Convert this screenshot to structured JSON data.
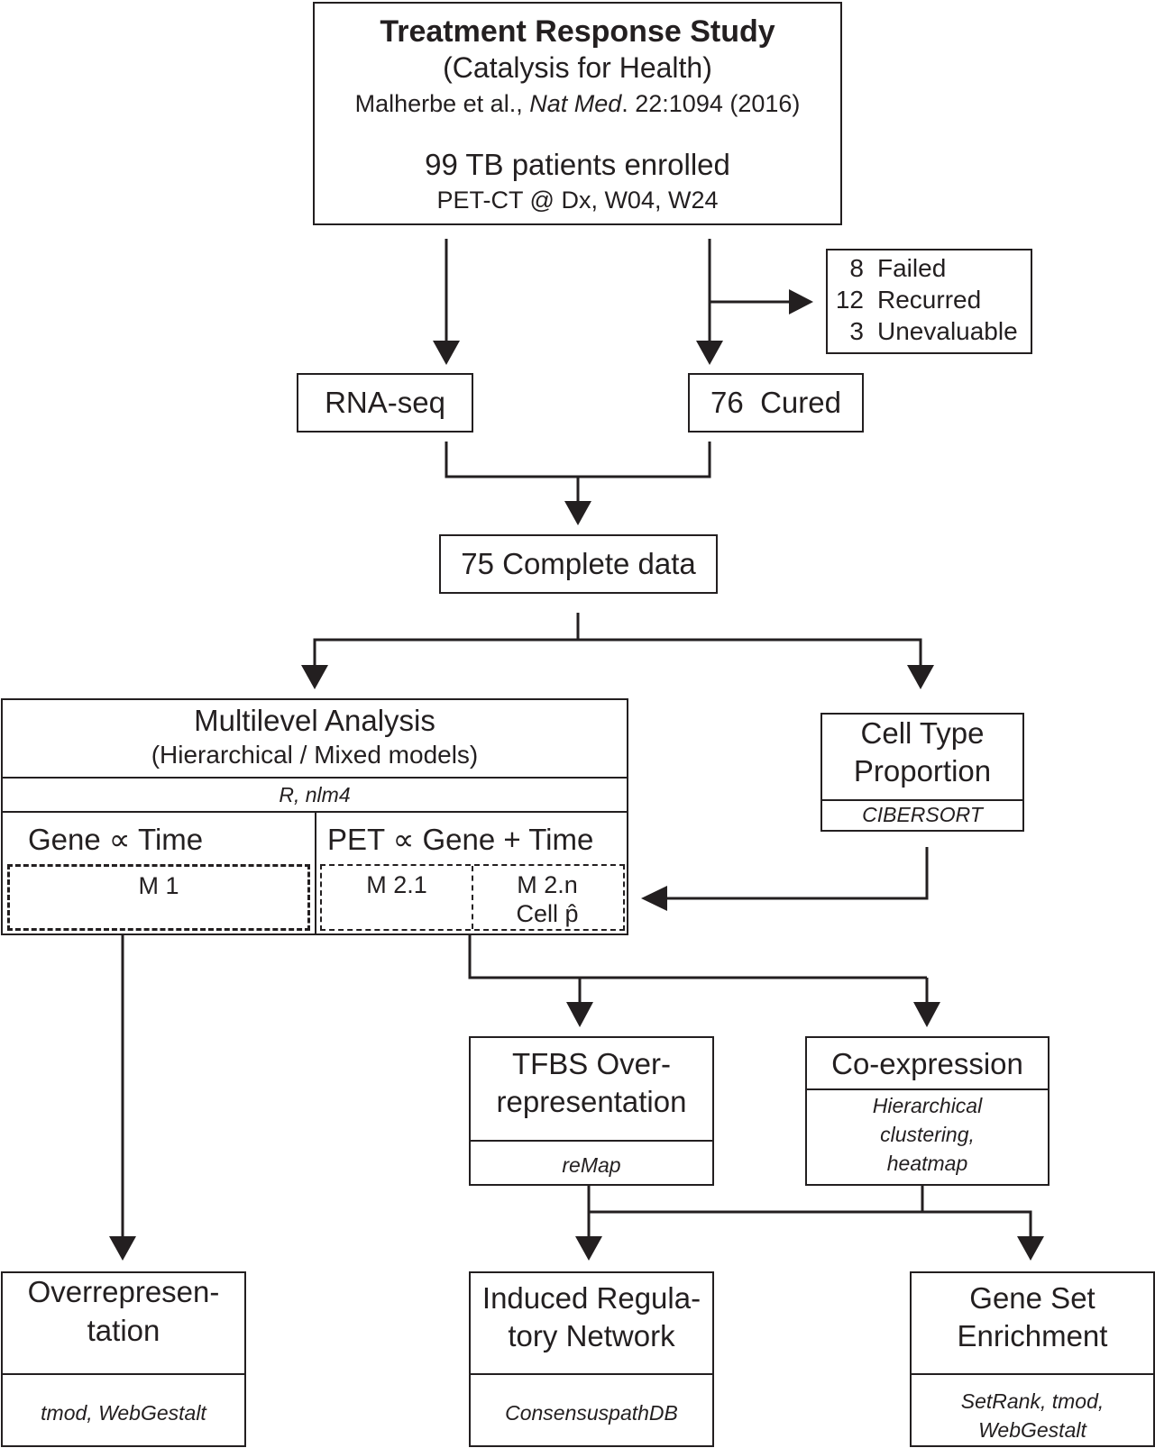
{
  "study": {
    "title": "Treatment Response Study",
    "subtitle": "(Catalysis for Health)",
    "citation_authors": "Malherbe et al., ",
    "citation_journal": "Nat Med",
    "citation_rest": ". 22:1094 (2016)",
    "enrolled": "99 TB patients enrolled",
    "imaging": "PET-CT @ Dx, W04, W24"
  },
  "excluded": [
    {
      "count": "8",
      "label": "Failed"
    },
    {
      "count": "12",
      "label": "Recurred"
    },
    {
      "count": "3",
      "label": "Unevaluable"
    }
  ],
  "rnaseq": "RNA-seq",
  "cured": "76  Cured",
  "complete": "75 Complete data",
  "multilevel": {
    "title": "Multilevel Analysis",
    "subtitle": "(Hierarchical / Mixed models)",
    "tools": "R, nlm4",
    "left_formula": "Gene ∝ Time",
    "right_formula": "PET ∝ Gene + Time",
    "m1": "M 1",
    "m21": "M 2.1",
    "m2n": "M 2.n",
    "m2n_cell": "Cell p̂"
  },
  "celltype": {
    "line1": "Cell Type",
    "line2": "Proportion",
    "tool": "CIBERSORT"
  },
  "tfbs": {
    "line1": "TFBS Over-",
    "line2": "representation",
    "tool": "reMap"
  },
  "coexpr": {
    "title": "Co-expression",
    "tool1": "Hierarchical",
    "tool2": "clustering,",
    "tool3": "heatmap"
  },
  "overrep": {
    "line1": "Overrepresen-",
    "line2": "tation",
    "tool": "tmod, WebGestalt"
  },
  "network": {
    "line1": "Induced Regula-",
    "line2": "tory Network",
    "tool": "ConsensuspathDB"
  },
  "geneset": {
    "line1": "Gene Set",
    "line2": "Enrichment",
    "tool1": "SetRank, tmod,",
    "tool2": "WebGestalt"
  }
}
